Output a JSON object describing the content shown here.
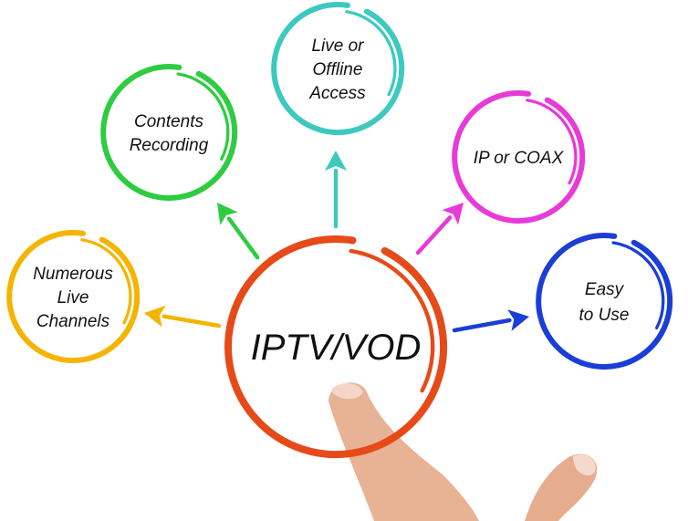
{
  "center": {
    "label": "IPTV/VOD",
    "color": "#e64a19"
  },
  "nodes": [
    {
      "id": "numerous-live-channels",
      "lines": [
        "Numerous",
        "Live",
        "Channels"
      ],
      "color": "#f4b400"
    },
    {
      "id": "contents-recording",
      "lines": [
        "Contents",
        "Recording"
      ],
      "color": "#2ecc40"
    },
    {
      "id": "live-or-offline-access",
      "lines": [
        "Live or",
        "Offline",
        "Access"
      ],
      "color": "#3cc9c0"
    },
    {
      "id": "ip-or-coax",
      "lines": [
        "IP or COAX"
      ],
      "color": "#e83ad8"
    },
    {
      "id": "easy-to-use",
      "lines": [
        "Easy",
        "to Use"
      ],
      "color": "#1a3ed6"
    }
  ],
  "skin_color": "#e9b79a"
}
